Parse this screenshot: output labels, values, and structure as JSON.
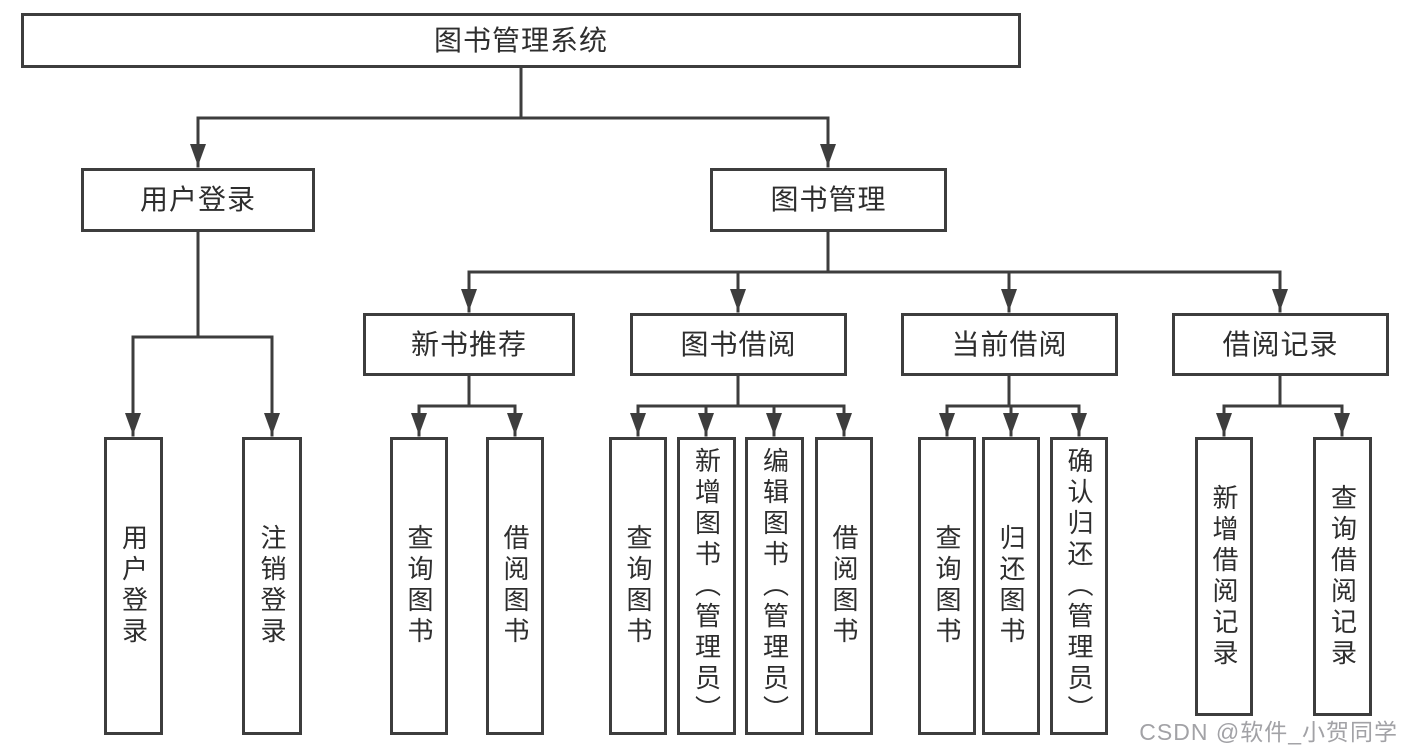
{
  "root": {
    "label": "图书管理系统"
  },
  "level1": [
    {
      "label": "用户登录"
    },
    {
      "label": "图书管理"
    }
  ],
  "level2": [
    {
      "label": "新书推荐"
    },
    {
      "label": "图书借阅"
    },
    {
      "label": "当前借阅"
    },
    {
      "label": "借阅记录"
    }
  ],
  "level3": [
    {
      "label": "用户登录"
    },
    {
      "label": "注销登录"
    },
    {
      "label": "查询图书"
    },
    {
      "label": "借阅图书"
    },
    {
      "label": "查询图书"
    },
    {
      "label": "新增图书（管理员）"
    },
    {
      "label": "编辑图书（管理员）"
    },
    {
      "label": "借阅图书"
    },
    {
      "label": "查询图书"
    },
    {
      "label": "归还图书"
    },
    {
      "label": "确认归还（管理员）"
    },
    {
      "label": "新增借阅记录"
    },
    {
      "label": "查询借阅记录"
    }
  ],
  "watermark": {
    "text": "CSDN @软件_小贺同学"
  },
  "colors": {
    "line": "#3d3d3d",
    "text": "#2e2e2e",
    "watermark": "#a2a2a6"
  }
}
